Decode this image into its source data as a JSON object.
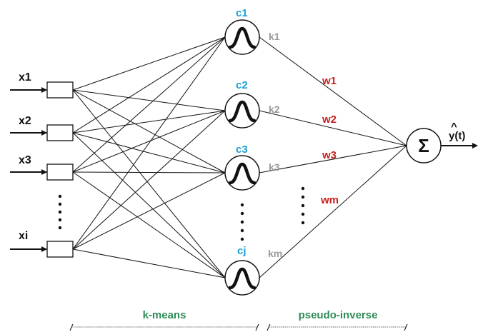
{
  "colors": {
    "line": "#111111",
    "center_label": "#1aa0d8",
    "k_label": "#9a9a9a",
    "weight_label": "#c8201f",
    "section_label": "#2e8b57"
  },
  "inputs": [
    {
      "label": "x1"
    },
    {
      "label": "x2"
    },
    {
      "label": "x3"
    },
    {
      "label": "xi"
    }
  ],
  "hidden_nodes": [
    {
      "center": "c1",
      "k": "k1",
      "icon": "gaussian-icon"
    },
    {
      "center": "c2",
      "k": "k2",
      "icon": "gaussian-icon"
    },
    {
      "center": "c3",
      "k": "k3",
      "icon": "gaussian-icon"
    },
    {
      "center": "cj",
      "k": "km",
      "icon": "gaussian-icon"
    }
  ],
  "weights": [
    "w1",
    "w2",
    "w3",
    "wm"
  ],
  "output": {
    "symbol": "Σ",
    "label_base": "y(t)",
    "label_hat": "^"
  },
  "sections": {
    "left": "k-means",
    "right": "pseudo-inverse"
  }
}
